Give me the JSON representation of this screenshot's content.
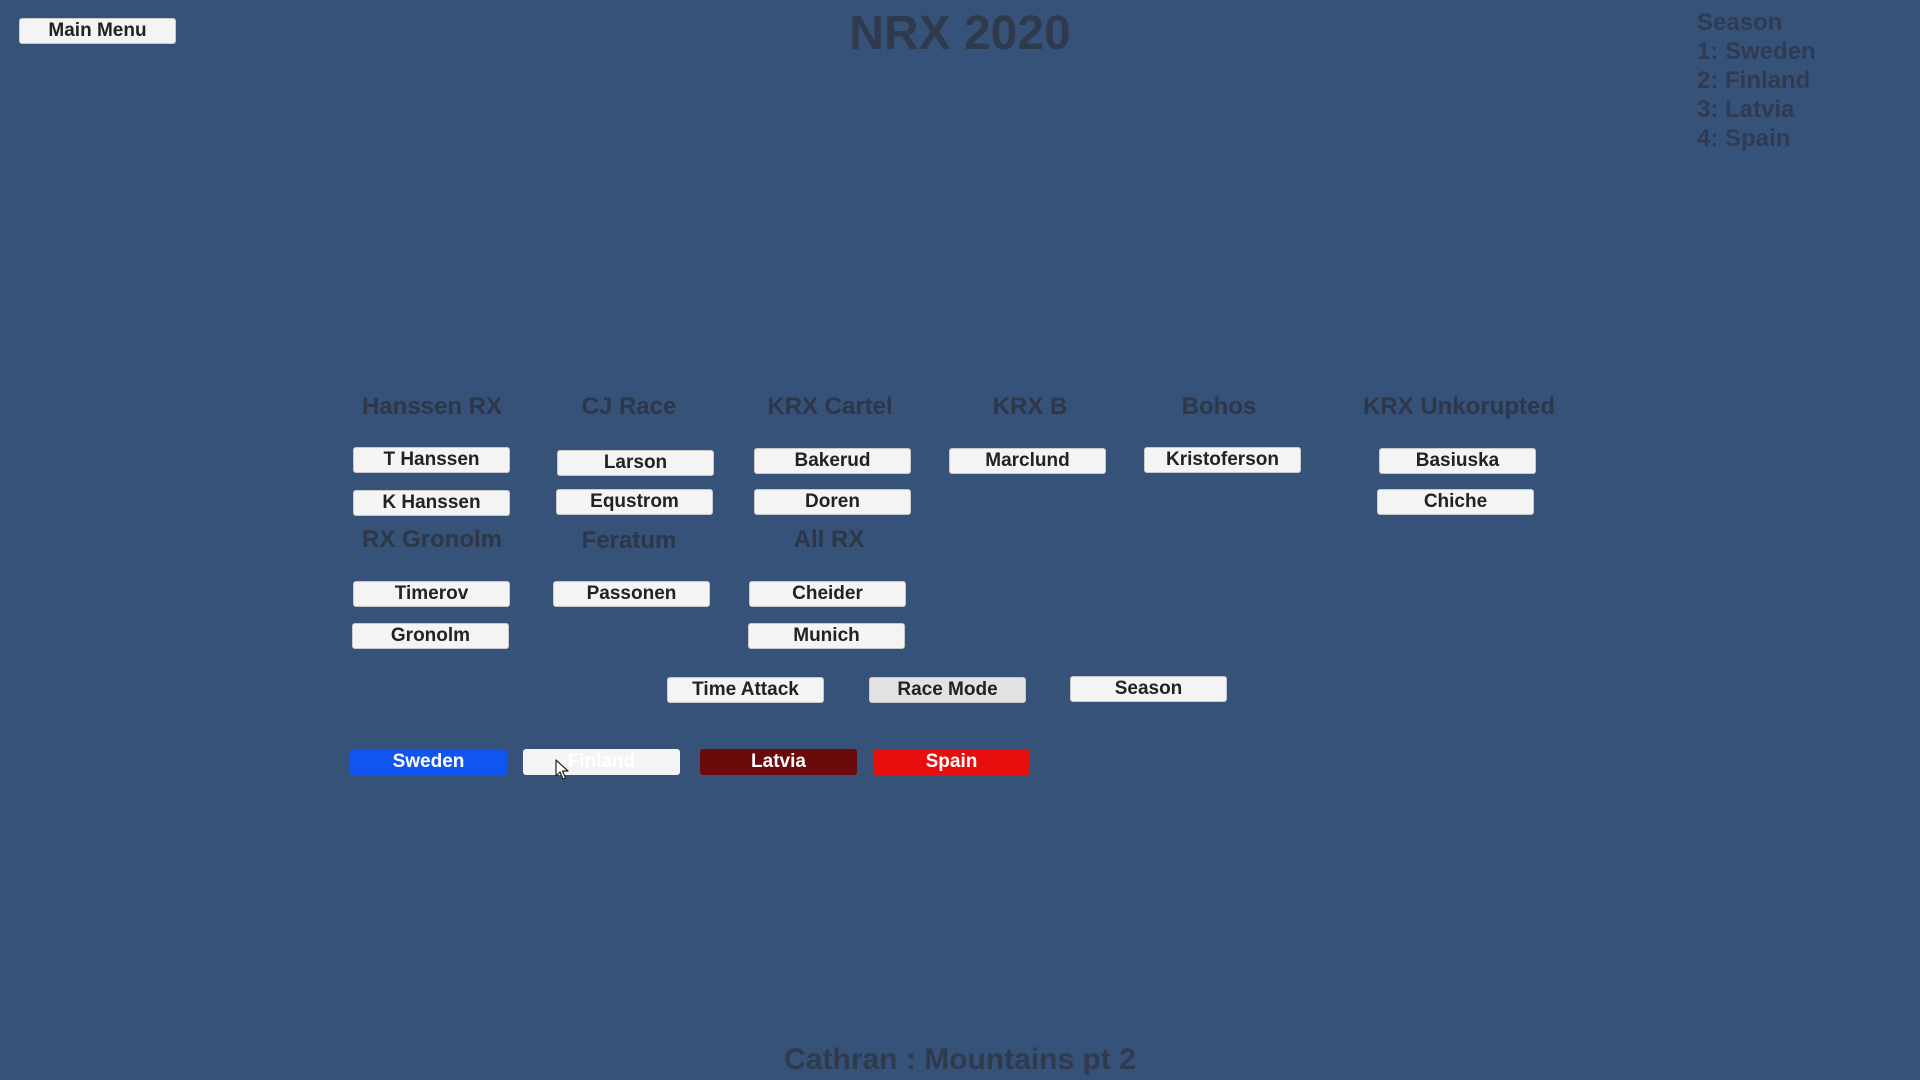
{
  "header": {
    "main_menu_label": "Main Menu",
    "title": "NRX 2020"
  },
  "season_panel": {
    "heading": "Season",
    "items": [
      "1: Sweden",
      "2: Finland",
      "3: Latvia",
      "4: Spain"
    ]
  },
  "teams": [
    {
      "name": "Hanssen RX",
      "drivers": [
        "T Hanssen",
        "K Hanssen"
      ]
    },
    {
      "name": "CJ Race",
      "drivers": [
        "Larson",
        "Equstrom"
      ]
    },
    {
      "name": "KRX Cartel",
      "drivers": [
        "Bakerud",
        "Doren"
      ]
    },
    {
      "name": "KRX B",
      "drivers": [
        "Marclund"
      ]
    },
    {
      "name": "Bohos",
      "drivers": [
        "Kristoferson"
      ]
    },
    {
      "name": "KRX Unkorupted",
      "drivers": [
        "Basiuska",
        "Chiche"
      ]
    },
    {
      "name": "RX Gronolm",
      "drivers": [
        "Timerov",
        "Gronolm"
      ]
    },
    {
      "name": "Feratum",
      "drivers": [
        "Passonen"
      ]
    },
    {
      "name": "All RX",
      "drivers": [
        "Cheider",
        "Munich"
      ]
    }
  ],
  "modes": [
    "Time Attack",
    "Race Mode",
    "Season"
  ],
  "countries": [
    {
      "label": "Sweden",
      "color": "#1055f0"
    },
    {
      "label": "Finland",
      "color": "#f4f4f4"
    },
    {
      "label": "Latvia",
      "color": "#6b0a0a"
    },
    {
      "label": "Spain",
      "color": "#e80e0e"
    }
  ],
  "footer": {
    "track_name": "Cathran : Mountains pt 2"
  }
}
